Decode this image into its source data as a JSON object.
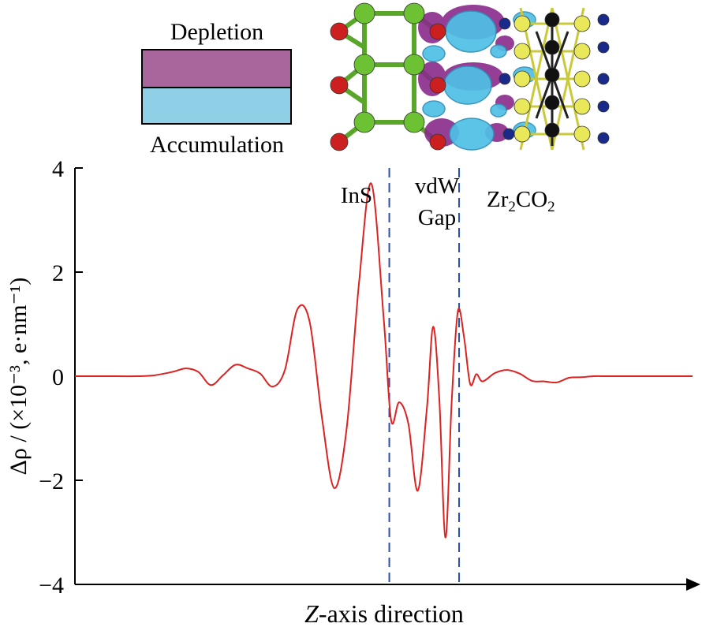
{
  "legend": {
    "depletion_label": "Depletion",
    "accumulation_label": "Accumulation",
    "depletion_color": "#a8669c",
    "accumulation_color": "#8fd0e6"
  },
  "structure_inset": {
    "kind": "charge-density-difference-isosurface",
    "atom_colors": {
      "In": "#6cc233",
      "S": "#cc2020",
      "Zr": "#e8e85a",
      "C": "#111111",
      "O": "#1a2a8a"
    }
  },
  "colors": {
    "curve": "#dd2222",
    "divider": "#2a4fb0",
    "axis": "#000000"
  },
  "chart_data": {
    "type": "line",
    "title": "",
    "xlabel_italic": "Z",
    "xlabel_rest": "-axis direction",
    "ylabel": "Δρ / (×10⁻³, e·nm⁻¹)",
    "ylim": [
      -4,
      4
    ],
    "yticks": [
      -4,
      -2,
      0,
      2,
      4
    ],
    "ytick_labels": [
      "−4",
      "−2",
      "0",
      "2",
      "4"
    ],
    "xlim": [
      0,
      100
    ],
    "x_ticks_shown": false,
    "region_labels": {
      "left": "InS",
      "middle_line1": "vdW",
      "middle_line2": "Gap",
      "right_main": "Zr",
      "right_sub1": "2",
      "right_mid": "CO",
      "right_sub2": "2"
    },
    "dividers_x": [
      50.9,
      62.2
    ],
    "series": [
      {
        "x": [
          0,
          5,
          10,
          13,
          16,
          18,
          20,
          22,
          24,
          26,
          28,
          30,
          32,
          34,
          36,
          38,
          40,
          42,
          44,
          46,
          48,
          50,
          51.2,
          52.5,
          54,
          55.5,
          57,
          58,
          59,
          60,
          61,
          62,
          63,
          64,
          65,
          66,
          68,
          70,
          72,
          74,
          76,
          78,
          80,
          82,
          84,
          86,
          88,
          90,
          95,
          100
        ],
        "y": [
          0,
          0,
          0,
          0.02,
          0.09,
          0.15,
          0.08,
          -0.17,
          0.02,
          0.22,
          0.15,
          0.05,
          -0.2,
          0.12,
          1.28,
          1.05,
          -0.8,
          -2.15,
          -1.0,
          1.8,
          3.7,
          1.1,
          -0.85,
          -0.5,
          -0.92,
          -2.2,
          -0.6,
          0.95,
          -0.45,
          -3.1,
          -0.5,
          1.25,
          0.75,
          -0.15,
          0.04,
          -0.1,
          0.06,
          0.12,
          0.05,
          -0.09,
          -0.1,
          -0.12,
          -0.03,
          -0.02,
          0,
          0,
          0,
          0,
          0,
          0
        ]
      }
    ]
  }
}
